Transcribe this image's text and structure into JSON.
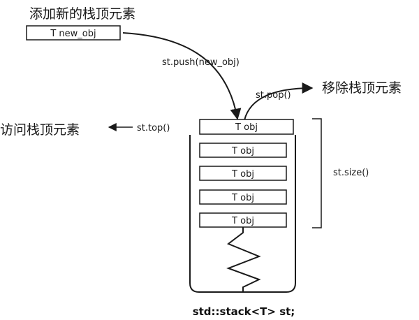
{
  "labels": {
    "add_title": "添加新的栈顶元素",
    "new_obj": "T new_obj",
    "push_call": "st.push(new_obj)",
    "pop_call": "st.pop()",
    "remove_title": "移除栈顶元素",
    "top_call": "st.top()",
    "access_title": "访问栈顶元素",
    "size_call": "st.size()",
    "declaration": "std::stack<T> st;"
  },
  "stack_items": [
    {
      "label": "T obj"
    },
    {
      "label": "T obj"
    },
    {
      "label": "T obj"
    },
    {
      "label": "T obj"
    },
    {
      "label": "T obj"
    }
  ]
}
